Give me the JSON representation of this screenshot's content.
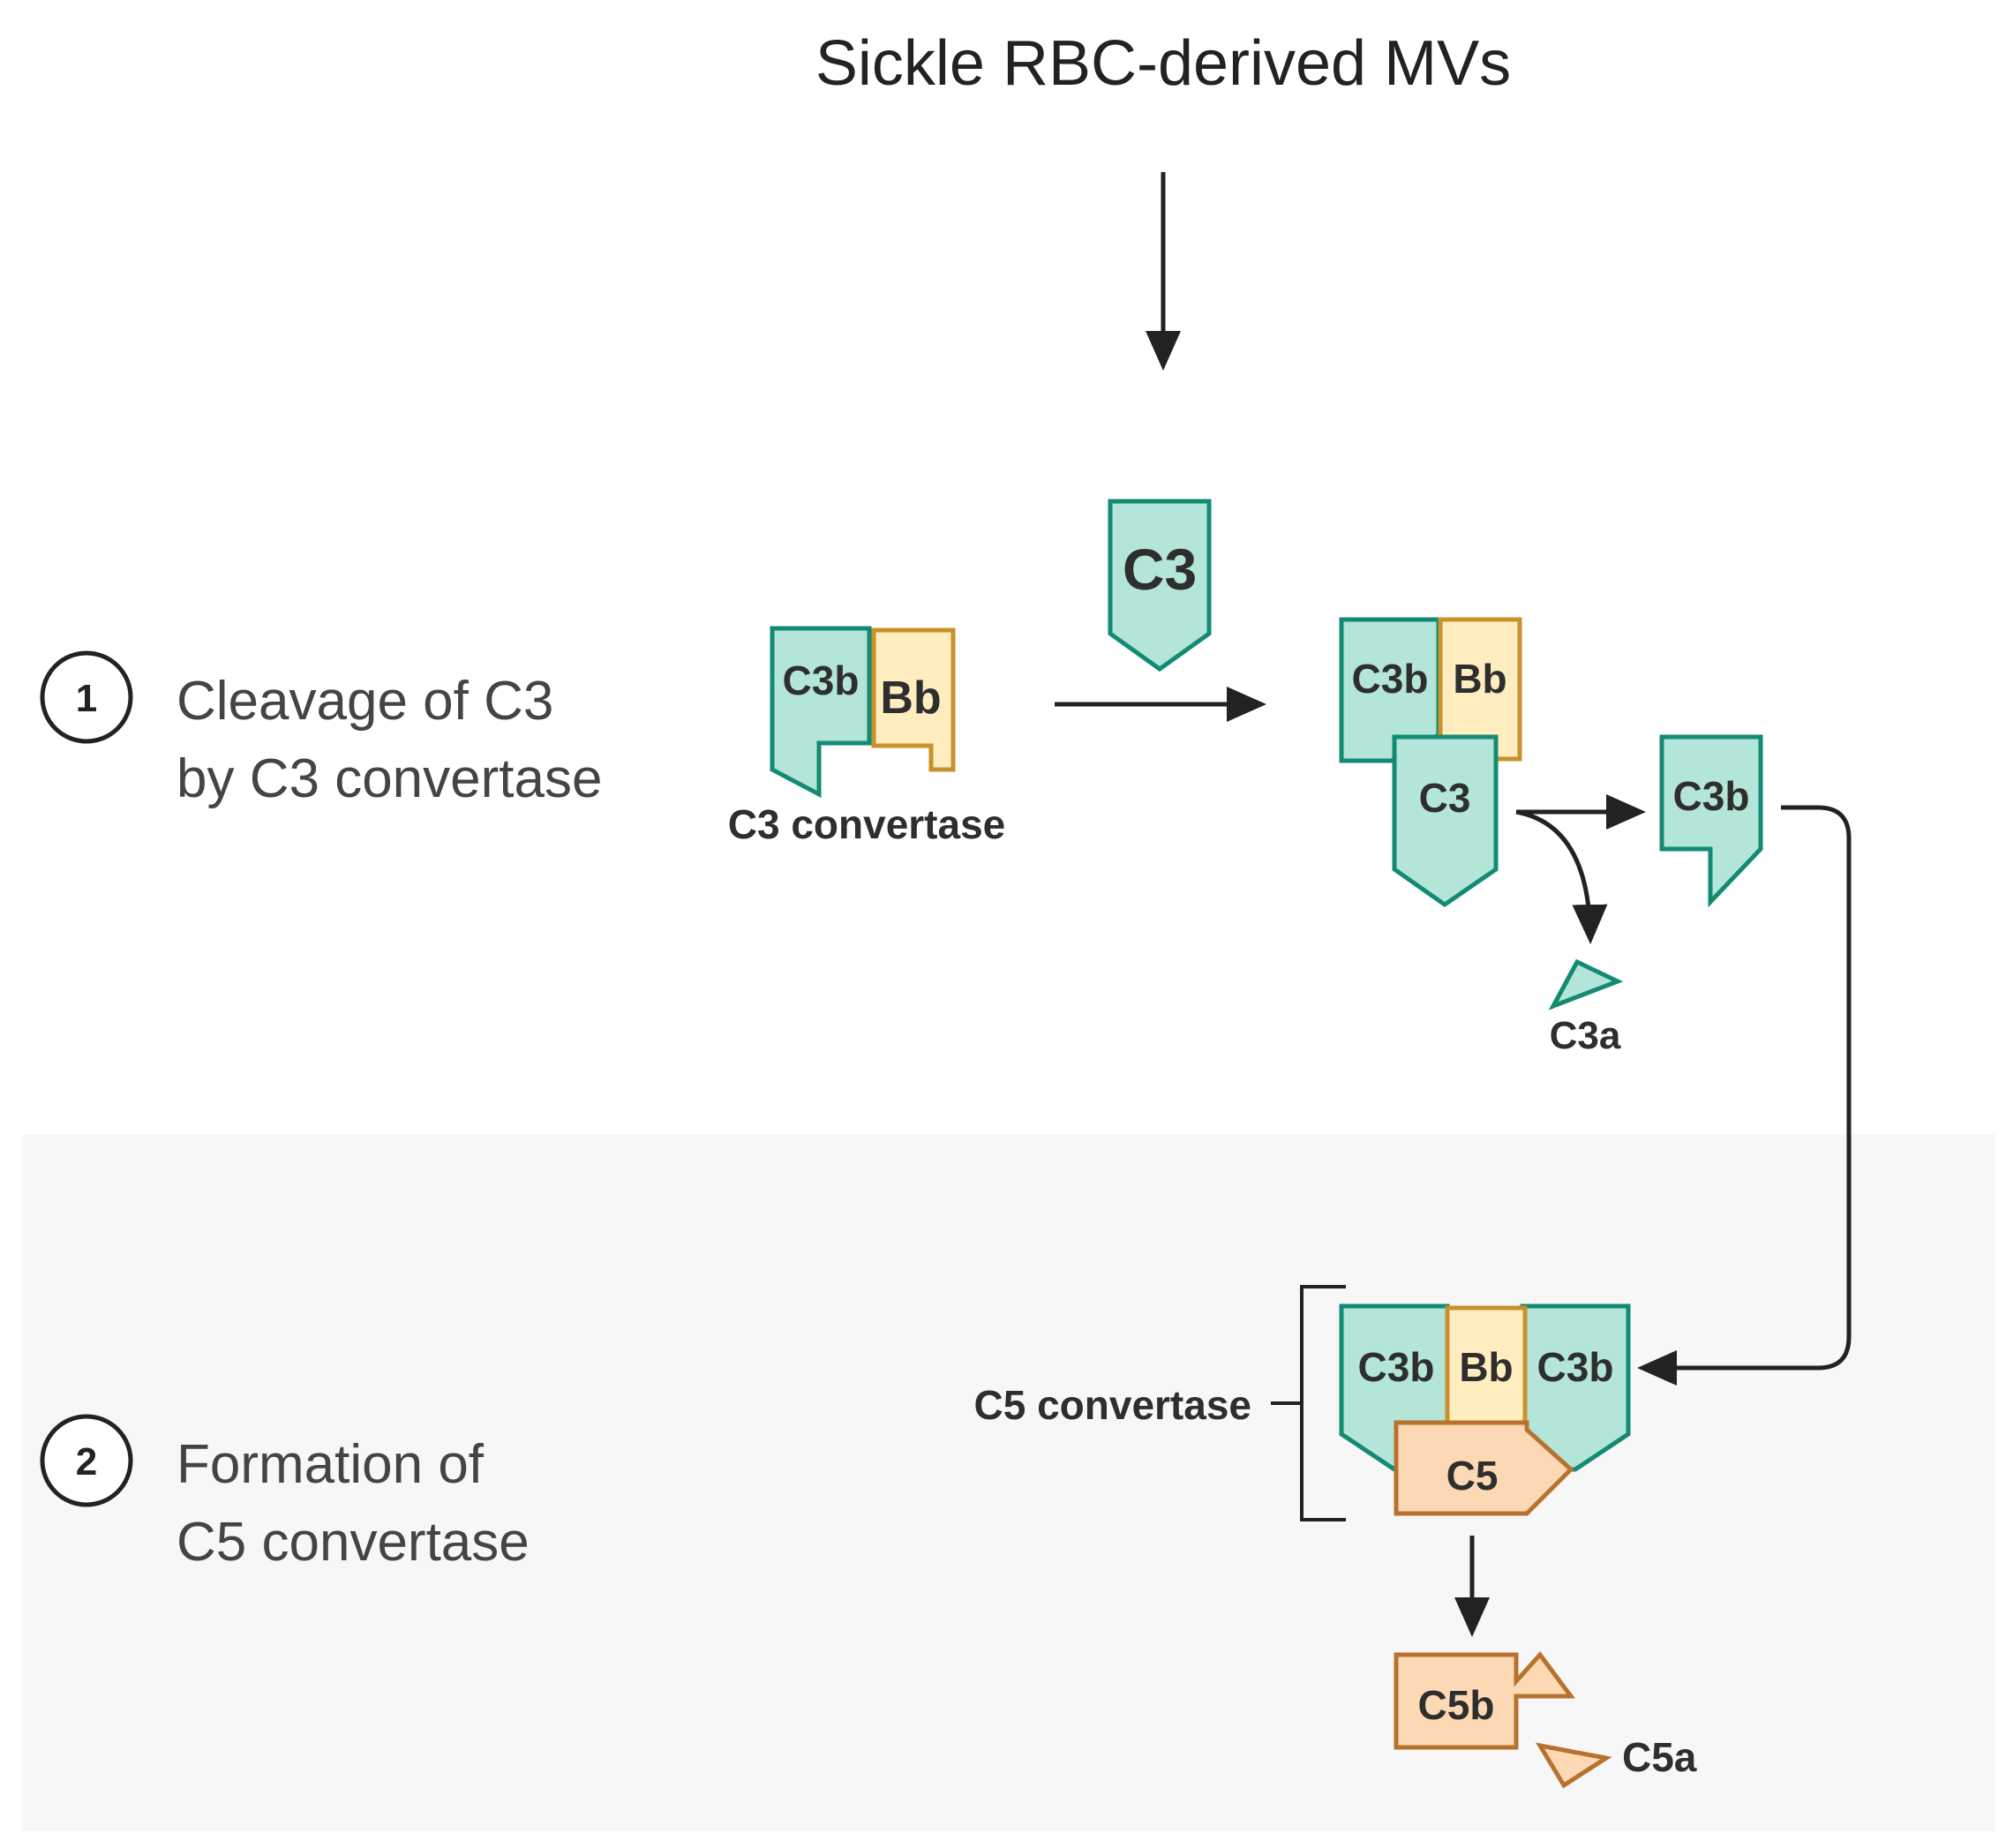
{
  "title": "Sickle RBC-derived MVs",
  "colors": {
    "c3_fill": "#b3e6d8",
    "c3_stroke": "#138a73",
    "bb_fill": "#ffedbf",
    "bb_stroke": "#c9912b",
    "c5_fill": "#fcd9b4",
    "c5_stroke": "#b8722e",
    "arrow": "#222222",
    "panel_bg": "#f7f7f7"
  },
  "steps": [
    {
      "number": "1",
      "line1": "Cleavage of C3",
      "line2": "by C3 convertase"
    },
    {
      "number": "2",
      "line1": "Formation of",
      "line2": "C5 convertase"
    }
  ],
  "labels": {
    "c3b": "C3b",
    "bb": "Bb",
    "c3": "C3",
    "c3a": "C3a",
    "c5": "C5",
    "c5b": "C5b",
    "c5a": "C5a",
    "c3_convertase": "C3 convertase",
    "c5_convertase": "C5 convertase"
  }
}
